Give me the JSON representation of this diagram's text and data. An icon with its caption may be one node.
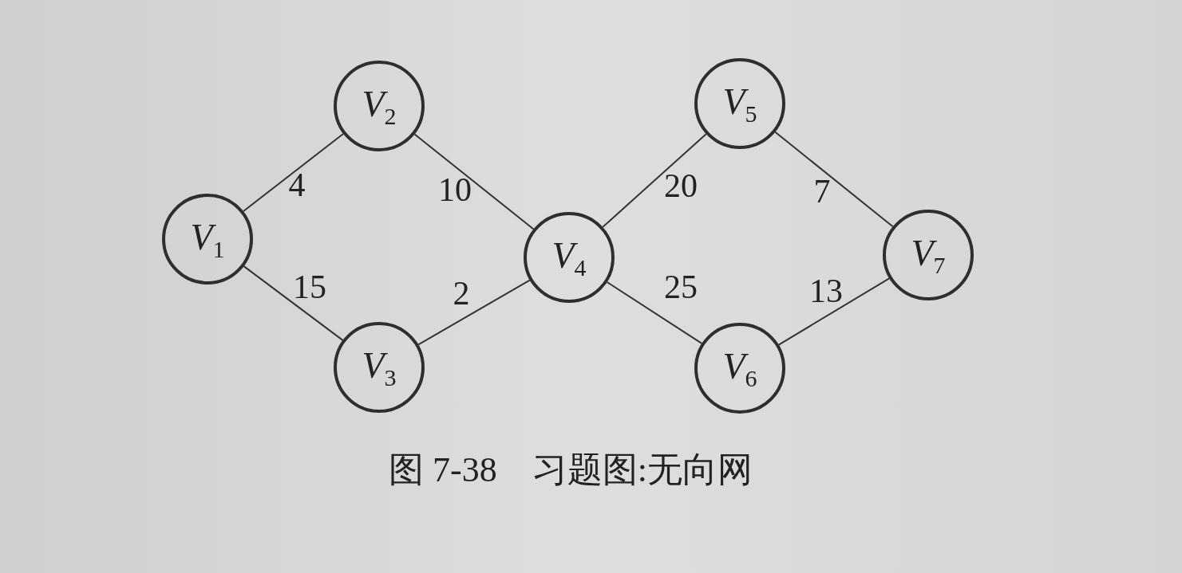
{
  "diagram": {
    "caption": "图 7-38　习题图:无向网",
    "nodes": [
      {
        "text": [
          "*V*$_{1}$"
        ]
      },
      {
        "text": [
          "*V*$_{2}$"
        ]
      },
      {
        "text": [
          "*V*$_{3}$"
        ]
      },
      {
        "text": [
          "*V*$_{4}$"
        ]
      },
      {
        "text": [
          "*V*$_{5}$"
        ]
      },
      {
        "text": [
          "*V*$_{6}$"
        ]
      },
      {
        "text": [
          "*V*$_{7}$"
        ]
      }
    ],
    "edges": [
      {
        "from": 0,
        "to": 1,
        "arrow": "none",
        "label": "4"
      },
      {
        "from": 0,
        "to": 2,
        "arrow": "none",
        "label": "15"
      },
      {
        "from": 1,
        "to": 3,
        "arrow": "none",
        "label": "10"
      },
      {
        "from": 2,
        "to": 3,
        "arrow": "none",
        "label": "2"
      },
      {
        "from": 3,
        "to": 4,
        "arrow": "none",
        "label": "20"
      },
      {
        "from": 3,
        "to": 5,
        "arrow": "none",
        "label": "25"
      },
      {
        "from": 4,
        "to": 6,
        "arrow": "none",
        "label": "7"
      },
      {
        "from": 5,
        "to": 6,
        "arrow": "none",
        "label": "13"
      }
    ]
  }
}
